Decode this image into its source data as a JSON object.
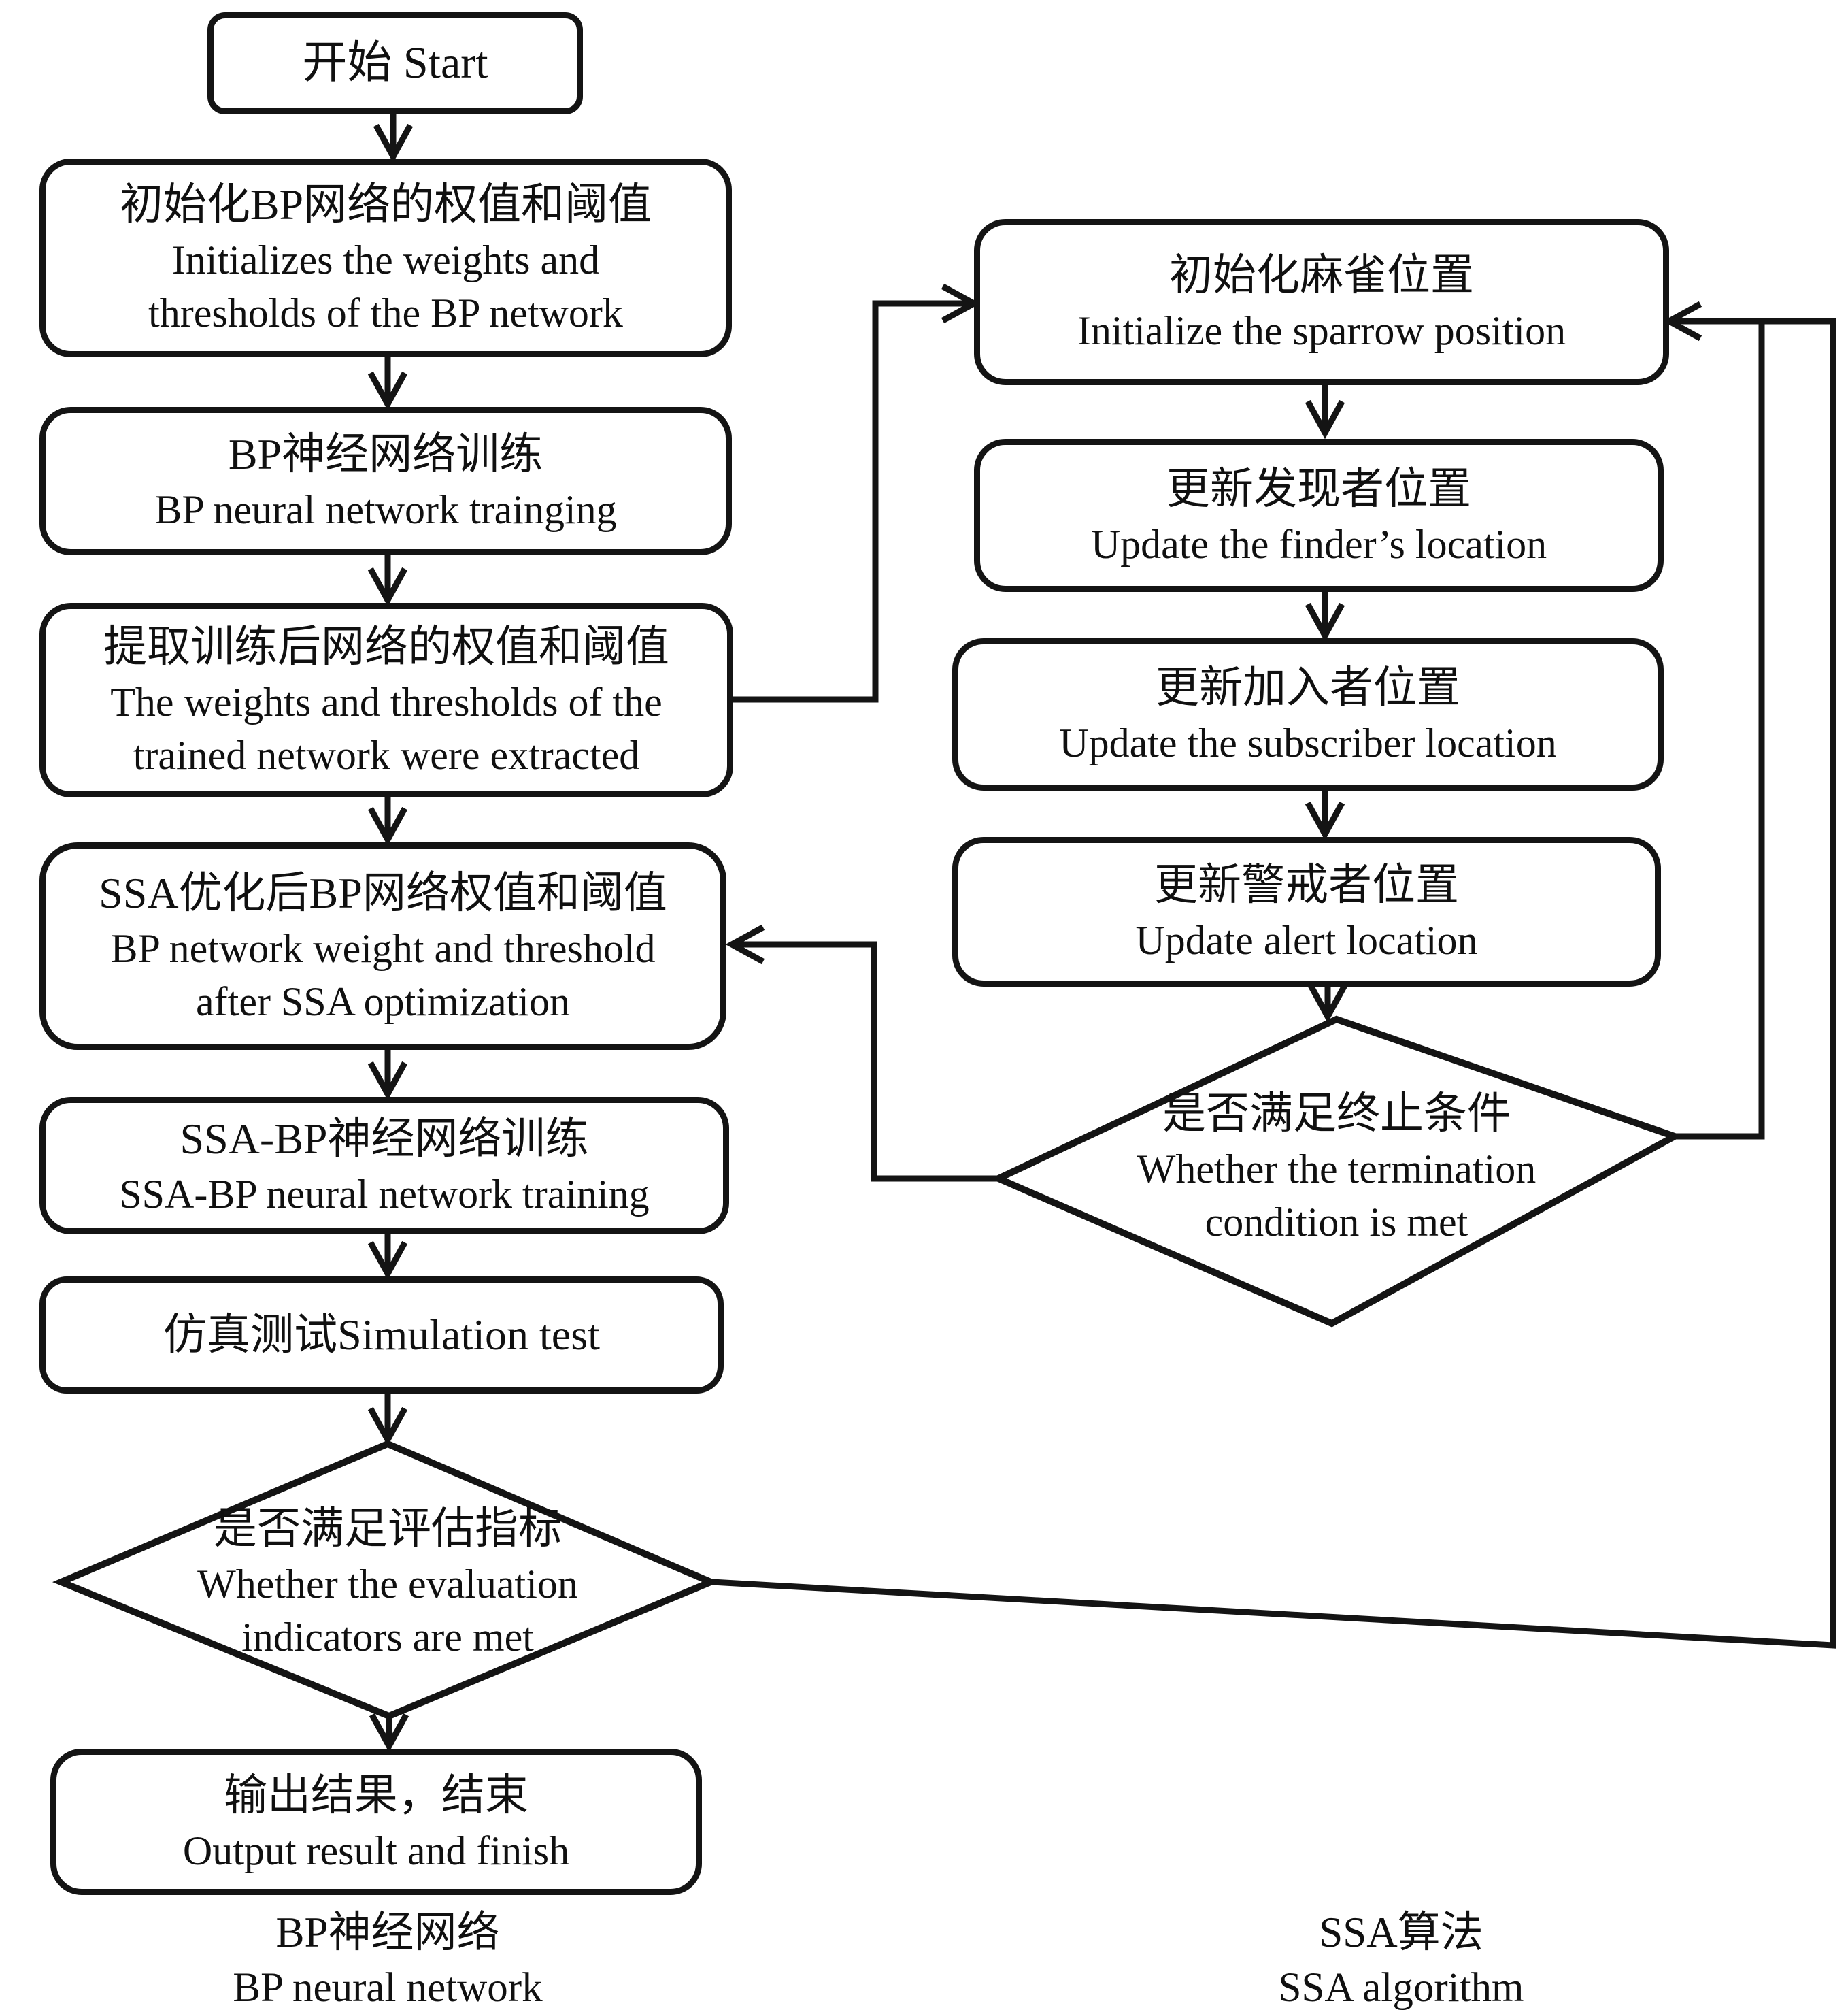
{
  "colors": {
    "ink": "#141414",
    "background": "#ffffff"
  },
  "nodes": {
    "start": {
      "label": "开始 Start"
    },
    "init_bp": {
      "zh": "初始化BP网络的权值和阈值",
      "en1": "Initializes the weights and",
      "en2": "thresholds of the BP network"
    },
    "bp_training": {
      "zh": "BP神经网络训练",
      "en1": "BP neural network trainging"
    },
    "extract_weights": {
      "zh": "提取训练后网络的权值和阈值",
      "en1": "The weights and thresholds of the",
      "en2": "trained network were extracted"
    },
    "ssa_optimized": {
      "zh": "SSA优化后BP网络权值和阈值",
      "en1": "BP network weight and threshold",
      "en2": "after SSA optimization"
    },
    "ssa_bp_training": {
      "zh": "SSA-BP神经网络训练",
      "en1": "SSA-BP neural network training"
    },
    "simulation_test": {
      "label": "仿真测试Simulation test"
    },
    "evaluation_decision": {
      "zh": "是否满足评估指标",
      "en1": "Whether the evaluation",
      "en2": "indicators are met"
    },
    "output": {
      "zh": "输出结果，结束",
      "en1": "Output result and finish"
    },
    "init_sparrow": {
      "zh": "初始化麻雀位置",
      "en1": "Initialize the sparrow position"
    },
    "update_finder": {
      "zh": "更新发现者位置",
      "en1": "Update the finder’s location"
    },
    "update_subscriber": {
      "zh": "更新加入者位置",
      "en1": "Update the subscriber location"
    },
    "update_alert": {
      "zh": "更新警戒者位置",
      "en1": "Update alert location"
    },
    "termination_decision": {
      "zh": "是否满足终止条件",
      "en1": "Whether the termination",
      "en2": "condition is met"
    }
  },
  "captions": {
    "left": {
      "zh": "BP神经网络",
      "en": "BP neural network"
    },
    "right": {
      "zh": "SSA算法",
      "en": "SSA algorithm"
    }
  }
}
